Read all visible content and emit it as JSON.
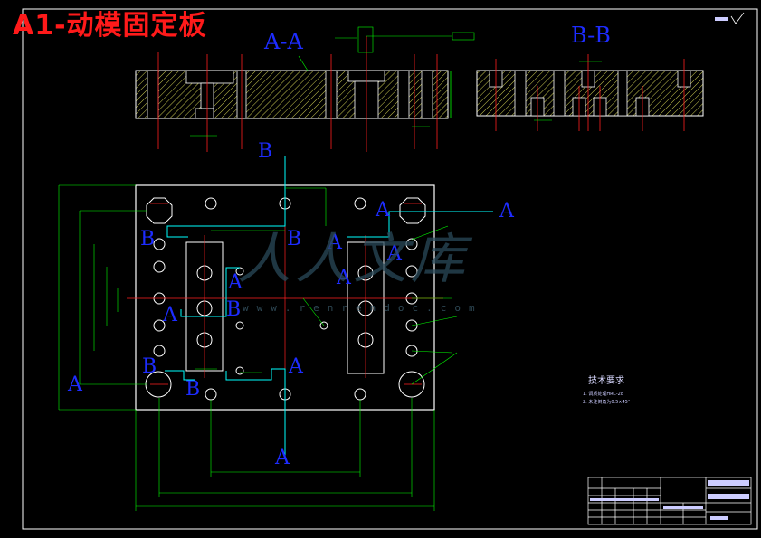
{
  "drawing": {
    "title": "A1-动模固定板",
    "section_aa": "A-A",
    "section_bb": "B-B",
    "tech_heading": "技术要求",
    "tech_notes": [
      "1. 调质处理HRC-28",
      "2. 未注倒角为0.5×45°"
    ],
    "watermark": "人人文库",
    "watermark_url": "www.renrendoc.com"
  },
  "cut_labels": [
    {
      "text": "B"
    },
    {
      "text": "A"
    },
    {
      "text": "B"
    },
    {
      "text": "B"
    },
    {
      "text": "A"
    },
    {
      "text": "A"
    },
    {
      "text": "A"
    },
    {
      "text": "A"
    },
    {
      "text": "A"
    },
    {
      "text": "A"
    },
    {
      "text": "B"
    },
    {
      "text": "B"
    },
    {
      "text": "A"
    },
    {
      "text": "A"
    },
    {
      "text": "B"
    },
    {
      "text": "A"
    }
  ],
  "colors": {
    "background": "#000000",
    "frame": "#ffffff",
    "part_outline": "#ffffff",
    "dimension": "#00ff00",
    "centerline": "#ff2020",
    "hatch": "#ffff66",
    "section_path": "#00ffff",
    "labels": "#1d2cff",
    "title": "#ff1a1a"
  }
}
